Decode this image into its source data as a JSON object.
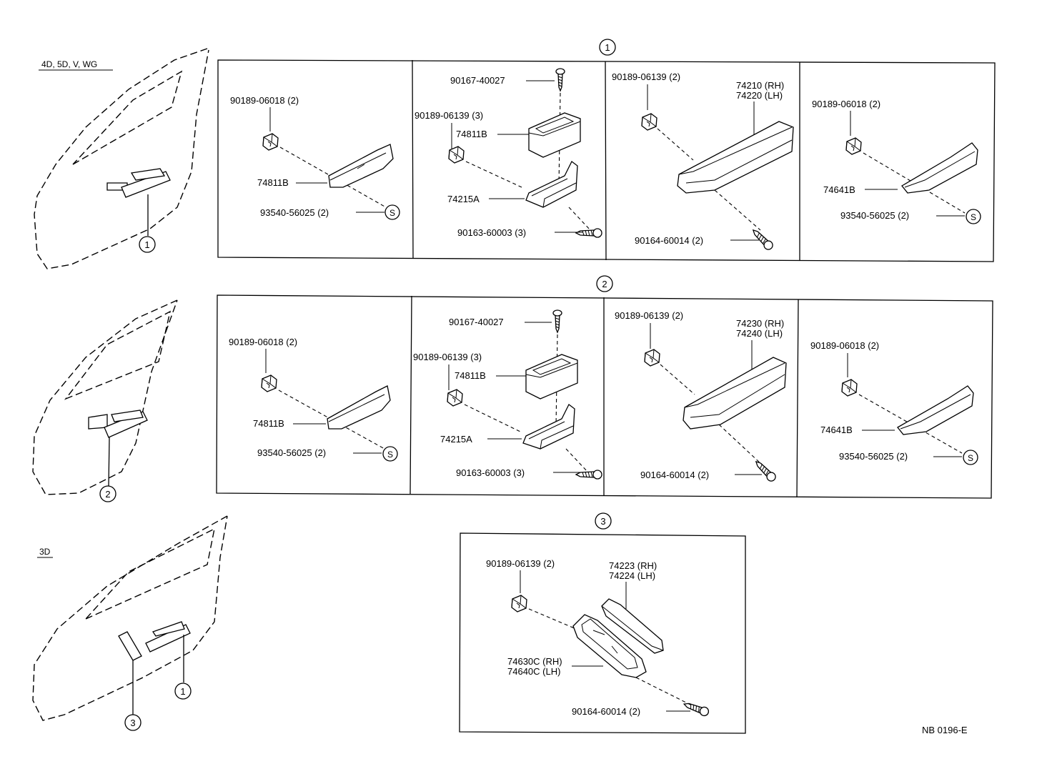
{
  "door_labels": {
    "top": "4D, 5D, V, WG",
    "bottom": "3D"
  },
  "callouts": {
    "c1": "1",
    "c2": "2",
    "c3": "3",
    "s": "S"
  },
  "section1": {
    "p1": {
      "clip": "90189-06018 (2)",
      "handle": "74811B",
      "screw": "93540-56025 (2)"
    },
    "p2": {
      "screw_top": "90167-40027",
      "clip": "90189-06139 (3)",
      "bezel": "74811B",
      "bracket": "74215A",
      "screw_bottom": "90163-60003 (3)"
    },
    "p3": {
      "clip": "90189-06139 (2)",
      "rh": "74210 (RH)",
      "lh": "74220 (LH)",
      "screw": "90164-60014 (2)"
    },
    "p4": {
      "clip": "90189-06018 (2)",
      "handle": "74641B",
      "screw": "93540-56025 (2)"
    }
  },
  "section2": {
    "p1": {
      "clip": "90189-06018 (2)",
      "handle": "74811B",
      "screw": "93540-56025 (2)"
    },
    "p2": {
      "screw_top": "90167-40027",
      "clip": "90189-06139 (3)",
      "bezel": "74811B",
      "bracket": "74215A",
      "screw_bottom": "90163-60003 (3)"
    },
    "p3": {
      "clip": "90189-06139 (2)",
      "rh": "74230 (RH)",
      "lh": "74240 (LH)",
      "screw": "90164-60014 (2)"
    },
    "p4": {
      "clip": "90189-06018 (2)",
      "handle": "74641B",
      "screw": "93540-56025 (2)"
    }
  },
  "section3": {
    "clip": "90189-06139 (2)",
    "pad_rh": "74223 (RH)",
    "pad_lh": "74224 (LH)",
    "base_rh": "74630C (RH)",
    "base_lh": "74640C (LH)",
    "screw": "90164-60014 (2)"
  },
  "footer": {
    "code": "NB 0196-E"
  }
}
